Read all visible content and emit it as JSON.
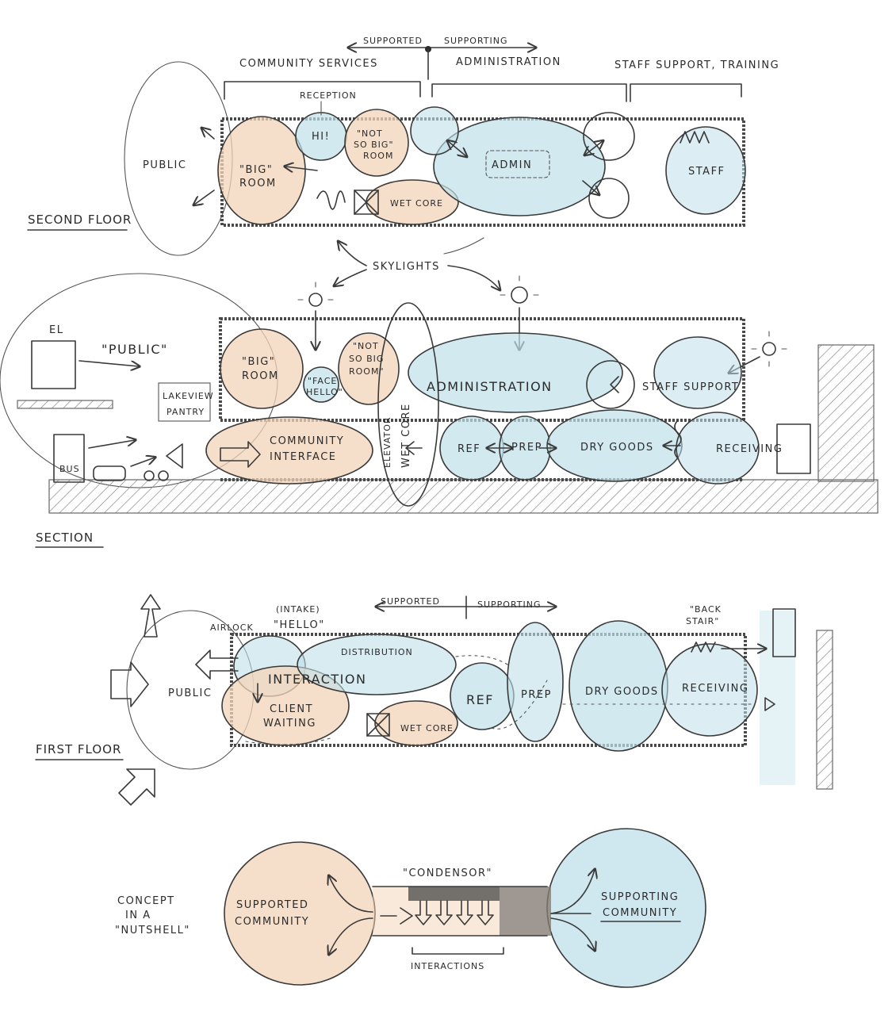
{
  "colors": {
    "supported_wash": "#f3d4b8",
    "supporting_wash": "#bfe0ea",
    "pencil": "#3a3a3a"
  },
  "top_header": {
    "supported": "SUPPORTED",
    "supporting": "SUPPORTING",
    "zones": [
      "COMMUNITY SERVICES",
      "ADMINISTRATION",
      "STAFF SUPPORT, TRAINING"
    ]
  },
  "second_floor": {
    "title": "SECOND FLOOR",
    "public": "PUBLIC",
    "reception": "RECEPTION",
    "hi": "HI!",
    "not_so_big_1": "\"NOT",
    "not_so_big_2": "SO BIG\"",
    "not_so_big_3": "ROOM",
    "big_room_1": "\"BIG\"",
    "big_room_2": "ROOM",
    "wet_core": "WET CORE",
    "admin": "ADMIN",
    "staff": "STAFF"
  },
  "skylights": "SKYLIGHTS",
  "section": {
    "title": "SECTION",
    "el": "EL",
    "public": "\"PUBLIC\"",
    "lakeview_1": "LAKEVIEW",
    "lakeview_2": "PANTRY",
    "bus": "BUS",
    "big_room_1": "\"BIG\"",
    "big_room_2": "ROOM",
    "face_1": "\"FACE",
    "face_2": "HELLO\"",
    "not_so_big_1": "\"NOT",
    "not_so_big_2": "SO BIG",
    "not_so_big_3": "ROOM\"",
    "administration": "ADMINISTRATION",
    "staff_support": "STAFF SUPPORT",
    "community_1": "COMMUNITY",
    "community_2": "INTERFACE",
    "elevator": "ELEVATOR",
    "wet_core": "WET CORE",
    "ref": "REF",
    "prep": "PREP",
    "dry_goods": "DRY GOODS",
    "receiving": "RECEIVING"
  },
  "first_floor": {
    "title": "FIRST FLOOR",
    "supported": "SUPPORTED",
    "supporting": "SUPPORTING",
    "intake": "(INTAKE)",
    "hello": "\"HELLO\"",
    "airlock": "AIRLOCK",
    "back_stair_1": "\"BACK",
    "back_stair_2": "STAIR\"",
    "distribution": "DISTRIBUTION",
    "interaction": "INTERACTION",
    "public": "PUBLIC",
    "client_1": "CLIENT",
    "client_2": "WAITING",
    "wet_core": "WET CORE",
    "ref": "REF",
    "prep": "PREP",
    "dry_goods": "DRY GOODS",
    "receiving": "RECEIVING"
  },
  "concept": {
    "title_1": "CONCEPT",
    "title_2": "IN A",
    "title_3": "\"NUTSHELL\"",
    "condensor": "\"CONDENSOR\"",
    "supported_1": "SUPPORTED",
    "supported_2": "COMMUNITY",
    "supporting_1": "SUPPORTING",
    "supporting_2": "COMMUNITY",
    "interactions": "INTERACTIONS"
  }
}
